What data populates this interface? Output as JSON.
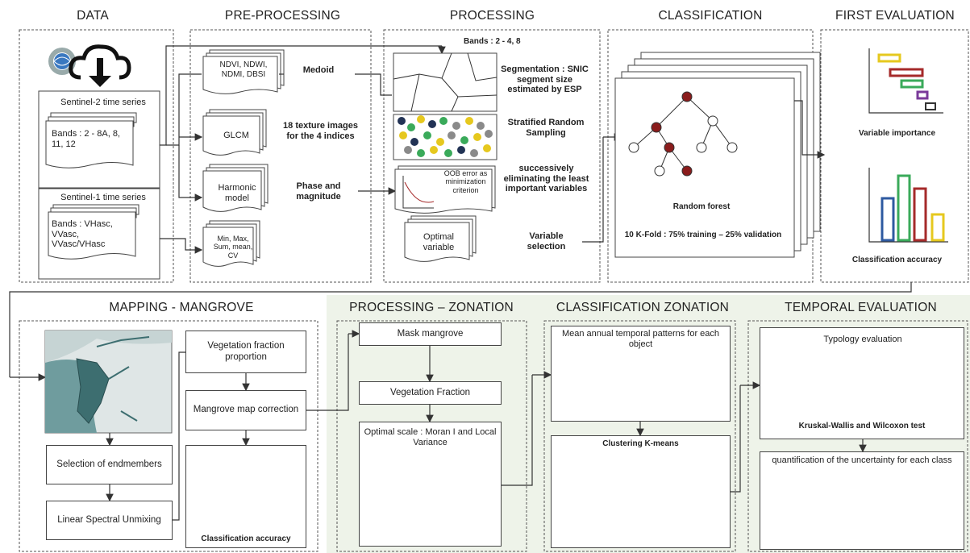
{
  "headers": {
    "data": "DATA",
    "preprocessing": "PRE-PROCESSING",
    "processing": "PROCESSING",
    "classification": "CLASSIFICATION",
    "first_evaluation": "FIRST EVALUATION",
    "mapping": "MAPPING - MANGROVE",
    "processing_zonation": "PROCESSING – ZONATION",
    "classification_zonation": "CLASSIFICATION ZONATION",
    "temporal_evaluation": "TEMPORAL EVALUATION"
  },
  "data_panel": {
    "s2_title": "Sentinel-2 time series",
    "s2_bands": "Bands : 2 - 8A, 8, 11, 12",
    "s1_title": "Sentinel-1 time series",
    "s1_bands": "Bands : VHasc, VVasc, VVasc/VHasc"
  },
  "pre_panel": {
    "indices": "NDVI, NDWI, NDMI, DBSI",
    "medoid": "Medoid",
    "glcm": "GLCM",
    "texture": "18 texture images for the 4 indices",
    "harmonic": "Harmonic model",
    "phase": "Phase and magnitude",
    "stats": "Min, Max, Sum, mean, CV"
  },
  "proc_panel": {
    "bands": "Bands : 2 - 4, 8",
    "segmentation": "Segmentation : SNIC segment size estimated by ESP",
    "sampling": "Stratified Random Sampling",
    "oob": "OOB error as minimization criterion",
    "eliminating": "successively eliminating the least important variables",
    "optimal": "Optimal variable",
    "selection": "Variable selection"
  },
  "class_panel": {
    "rf": "Random forest",
    "kfold": "10 K-Fold : 75% training – 25% validation"
  },
  "first_eval": {
    "importance": "Variable importance",
    "accuracy": "Classification accuracy"
  },
  "mapping_panel": {
    "endmembers": "Selection of endmembers",
    "lsu": "Linear Spectral Unmixing",
    "vf_proportion": "Vegetation fraction proportion",
    "correction": "Mangrove map correction",
    "accuracy": "Classification accuracy"
  },
  "zonation_panel": {
    "mask": "Mask mangrove",
    "vf": "Vegetation Fraction",
    "optimal_scale": "Optimal scale : Moran I and Local Variance"
  },
  "class_zonation": {
    "patterns": "Mean annual temporal patterns for each object",
    "kmeans": "Clustering K-means"
  },
  "temporal": {
    "typology": "Typology evaluation",
    "kruskal": "Kruskal-Wallis and Wilcoxon test",
    "uncertainty": "quantification of the uncertainty for each class"
  },
  "colors": {
    "red": "#a52a2a",
    "green": "#3aaa5a",
    "yellow": "#e6c81e",
    "blue": "#2e5aa0",
    "purple": "#7a3a9a",
    "gray": "#8a8a8a",
    "navy": "#223355",
    "panel_green": "#eef3e9",
    "map_water": "#dfe6e6",
    "map_land": "#6f9c9e",
    "map_mangrove": "#3d6e70"
  }
}
